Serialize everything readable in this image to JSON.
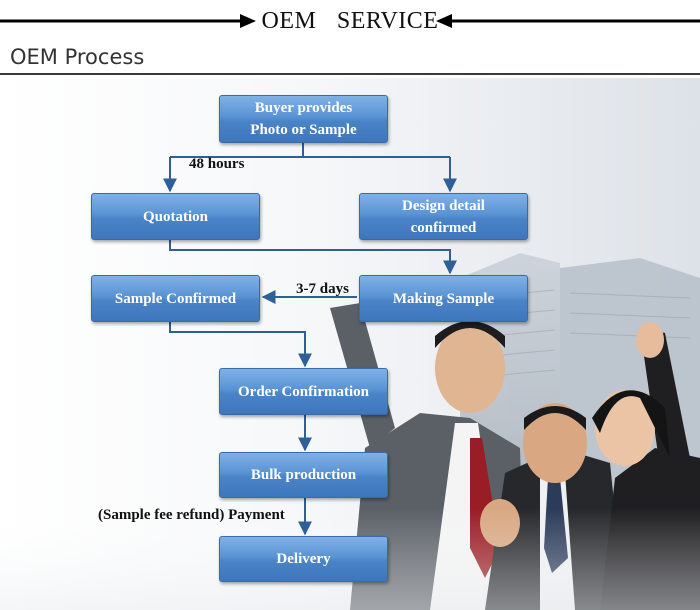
{
  "header": {
    "title": "OEM   SERVICE",
    "section_title": "OEM Process"
  },
  "flow": {
    "nodes": {
      "buyer": "Buyer provides\nPhoto or Sample",
      "quotation": "Quotation",
      "design": "Design detail\nconfirmed",
      "making_sample": "Making Sample",
      "sample_confirmed": "Sample Confirmed",
      "order_confirmation": "Order Confirmation",
      "bulk_production": "Bulk production",
      "delivery": "Delivery"
    },
    "labels": {
      "time_48h": "48 hours",
      "time_3_7": "3-7 days",
      "payment_note": "(Sample fee refund) Payment"
    }
  },
  "colors": {
    "box_fill": "#5a93d4",
    "connector": "#2e5f99"
  }
}
